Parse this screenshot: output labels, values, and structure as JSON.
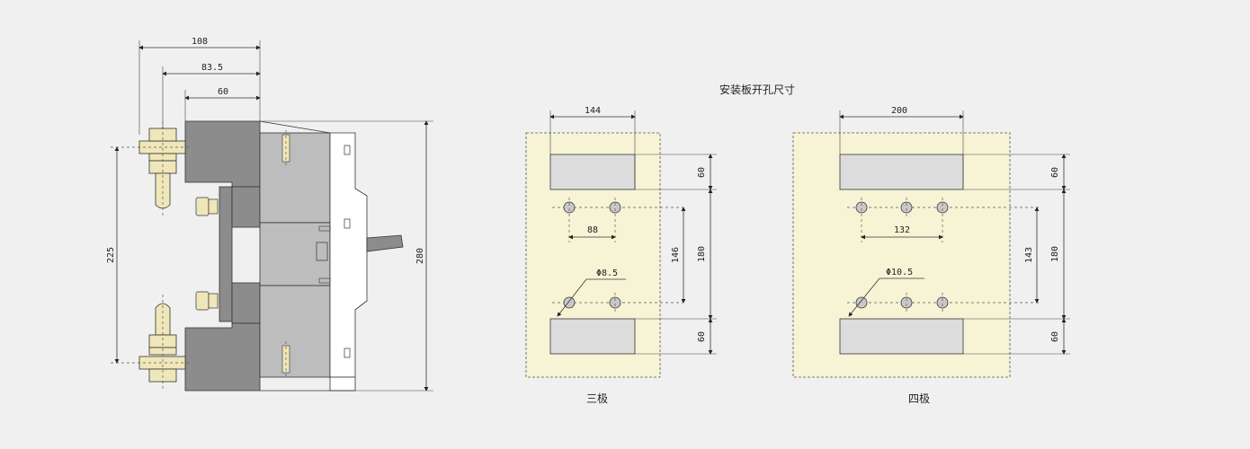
{
  "side_view": {
    "dim_width_total": "108",
    "dim_width_mid": "83.5",
    "dim_width_inner": "60",
    "dim_bolt_spacing": "225",
    "dim_height_total": "280"
  },
  "panel_title": "安装板开孔尺寸",
  "three_pole": {
    "caption": "三极",
    "dim_cutout_width": "144",
    "dim_cutout_height_top": "60",
    "dim_cutout_height_bottom": "60",
    "dim_hole_spacing": "88",
    "dim_hole_diameter": "Φ8.5",
    "dim_hole_vertical": "146",
    "dim_cutout_inner": "180"
  },
  "four_pole": {
    "caption": "四极",
    "dim_cutout_width": "200",
    "dim_cutout_height_top": "60",
    "dim_cutout_height_bottom": "60",
    "dim_hole_spacing": "132",
    "dim_hole_diameter": "Φ10.5",
    "dim_hole_vertical": "143",
    "dim_cutout_inner": "180"
  },
  "colors": {
    "background": "#f0f0f0",
    "body_gray": "#8c8c8c",
    "cover_gray": "#bdbdbd",
    "panel_fill": "#f7f4d6",
    "cutout_fill": "#dcdcdc",
    "bolt_fill": "#efe7b9"
  }
}
